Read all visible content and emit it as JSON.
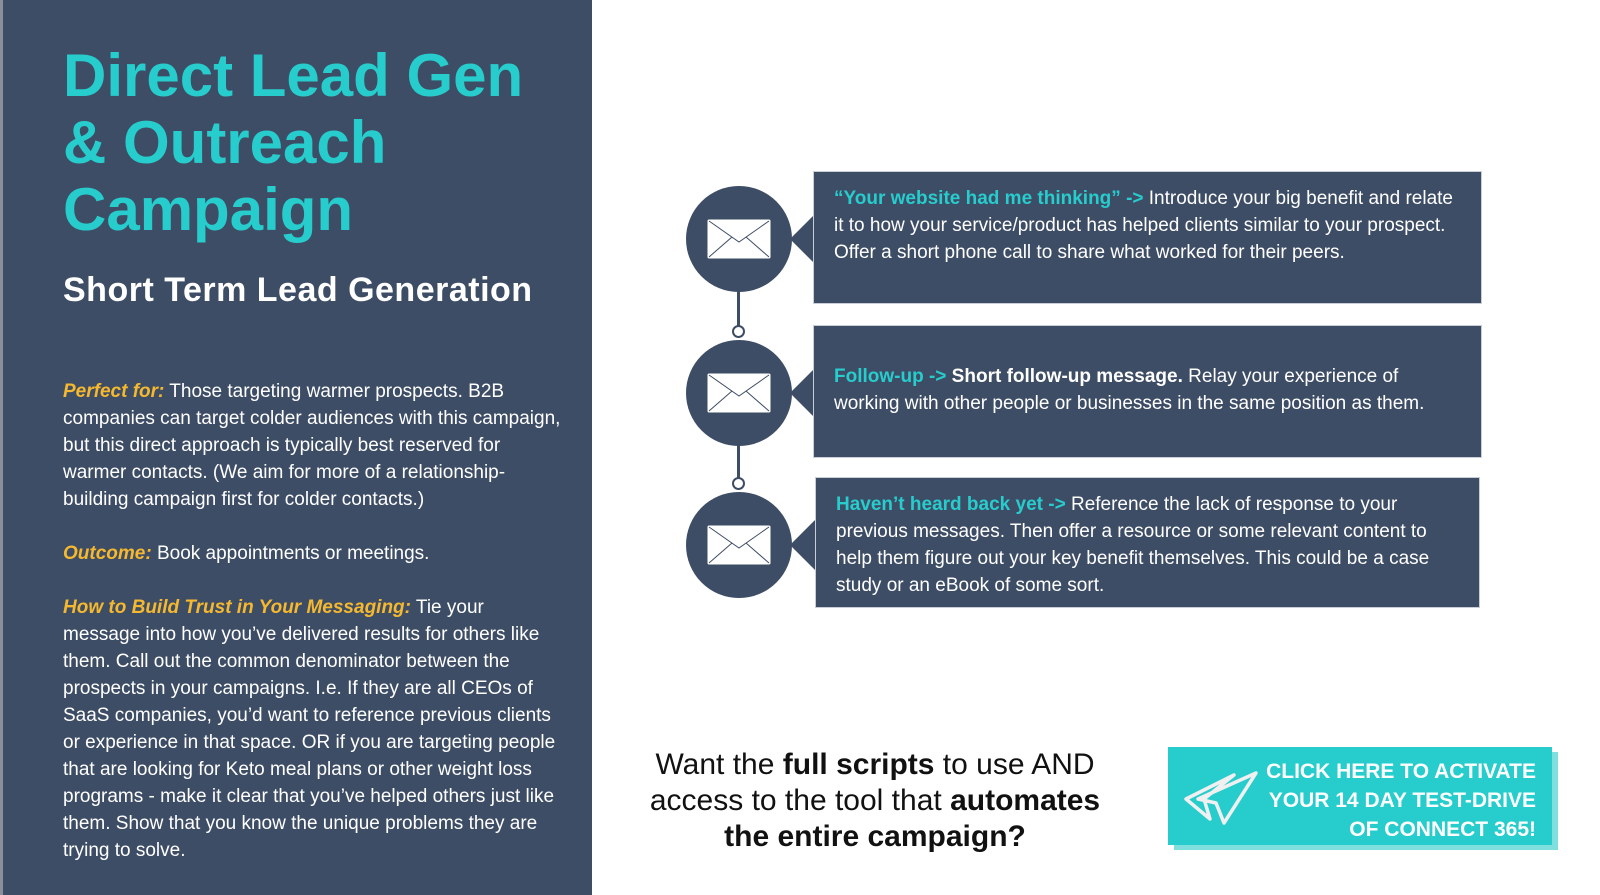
{
  "left": {
    "title": "Direct Lead Gen & Outreach Campaign",
    "subtitle": "Short Term Lead Generation",
    "perfect_label": "Perfect for:",
    "perfect_text": " Those targeting warmer prospects. B2B companies can target colder audiences with this campaign, but this direct approach is typically best reserved for warmer contacts. (We aim for more of a relationship-building campaign first for colder contacts.)",
    "outcome_label": "Outcome:",
    "outcome_text": " Book appointments or meetings.",
    "trust_label": "How to Build Trust in Your Messaging:",
    "trust_text": " Tie your message into how you’ve delivered results for others like them. Call out the common denominator between the prospects in your campaigns. I.e. If they are all CEOs of SaaS companies, you’d want to reference previous clients or experience in that space. OR if you are targeting people that are looking for Keto meal plans or other weight loss programs - make it clear that you’ve helped others just like them. Show that you know the unique problems they are trying to solve."
  },
  "steps": [
    {
      "title": "“Your website had me thinking” ->",
      "bold": "",
      "text": " Introduce your big benefit and relate it to how your service/product has helped clients similar to your prospect. Offer a short phone call to share what worked for their peers.",
      "icon": "envelope-icon"
    },
    {
      "title": "Follow-up ->",
      "bold": " Short follow-up message.",
      "text": " Relay your experience of working with other people or businesses in the same position as them.",
      "icon": "envelope-icon"
    },
    {
      "title": "Haven’t heard back yet ->",
      "bold": "",
      "text": " Reference the lack of response to your previous messages. Then offer a resource or some relevant content to help them figure out your key benefit themselves. This could be a case study or an eBook of some sort.",
      "icon": "envelope-icon"
    }
  ],
  "cta": {
    "q1": "Want the ",
    "q1b": "full scripts",
    "q2": " to use AND access to the tool that ",
    "q2b": "automates the entire campaign?",
    "button": "CLICK HERE TO ACTIVATE YOUR 14 DAY TEST-DRIVE OF CONNECT 365!",
    "icon": "paper-plane-icon"
  },
  "colors": {
    "navy": "#3e4d66",
    "teal": "#27cccc",
    "yellow": "#f5b82e"
  }
}
